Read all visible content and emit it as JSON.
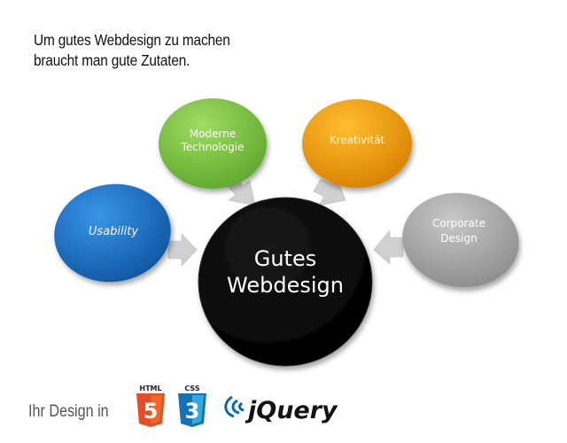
{
  "intro": {
    "line1": "Um gutes Webdesign zu machen",
    "line2": "braucht man gute Zutaten."
  },
  "diagram": {
    "center": {
      "line1": "Gutes",
      "line2": "Webdesign",
      "color": "#000000"
    },
    "nodes": [
      {
        "line1": "Usability",
        "line2": "",
        "color": "#1a6fc4"
      },
      {
        "line1": "Moderne",
        "line2": "Technologie",
        "color": "#7cc242"
      },
      {
        "line1": "Kreativität",
        "line2": "",
        "color": "#f0a010"
      },
      {
        "line1": "Corporate",
        "line2": "Design",
        "color": "#a8a8a8"
      }
    ]
  },
  "footer": {
    "label": "Ihr Design in",
    "html5": {
      "top": "HTML",
      "num": "5",
      "color": "#e44d26"
    },
    "css3": {
      "top": "CSS",
      "num": "3",
      "color": "#1572b6"
    },
    "jquery": {
      "text": "jQuery",
      "color": "#0769ad"
    }
  }
}
